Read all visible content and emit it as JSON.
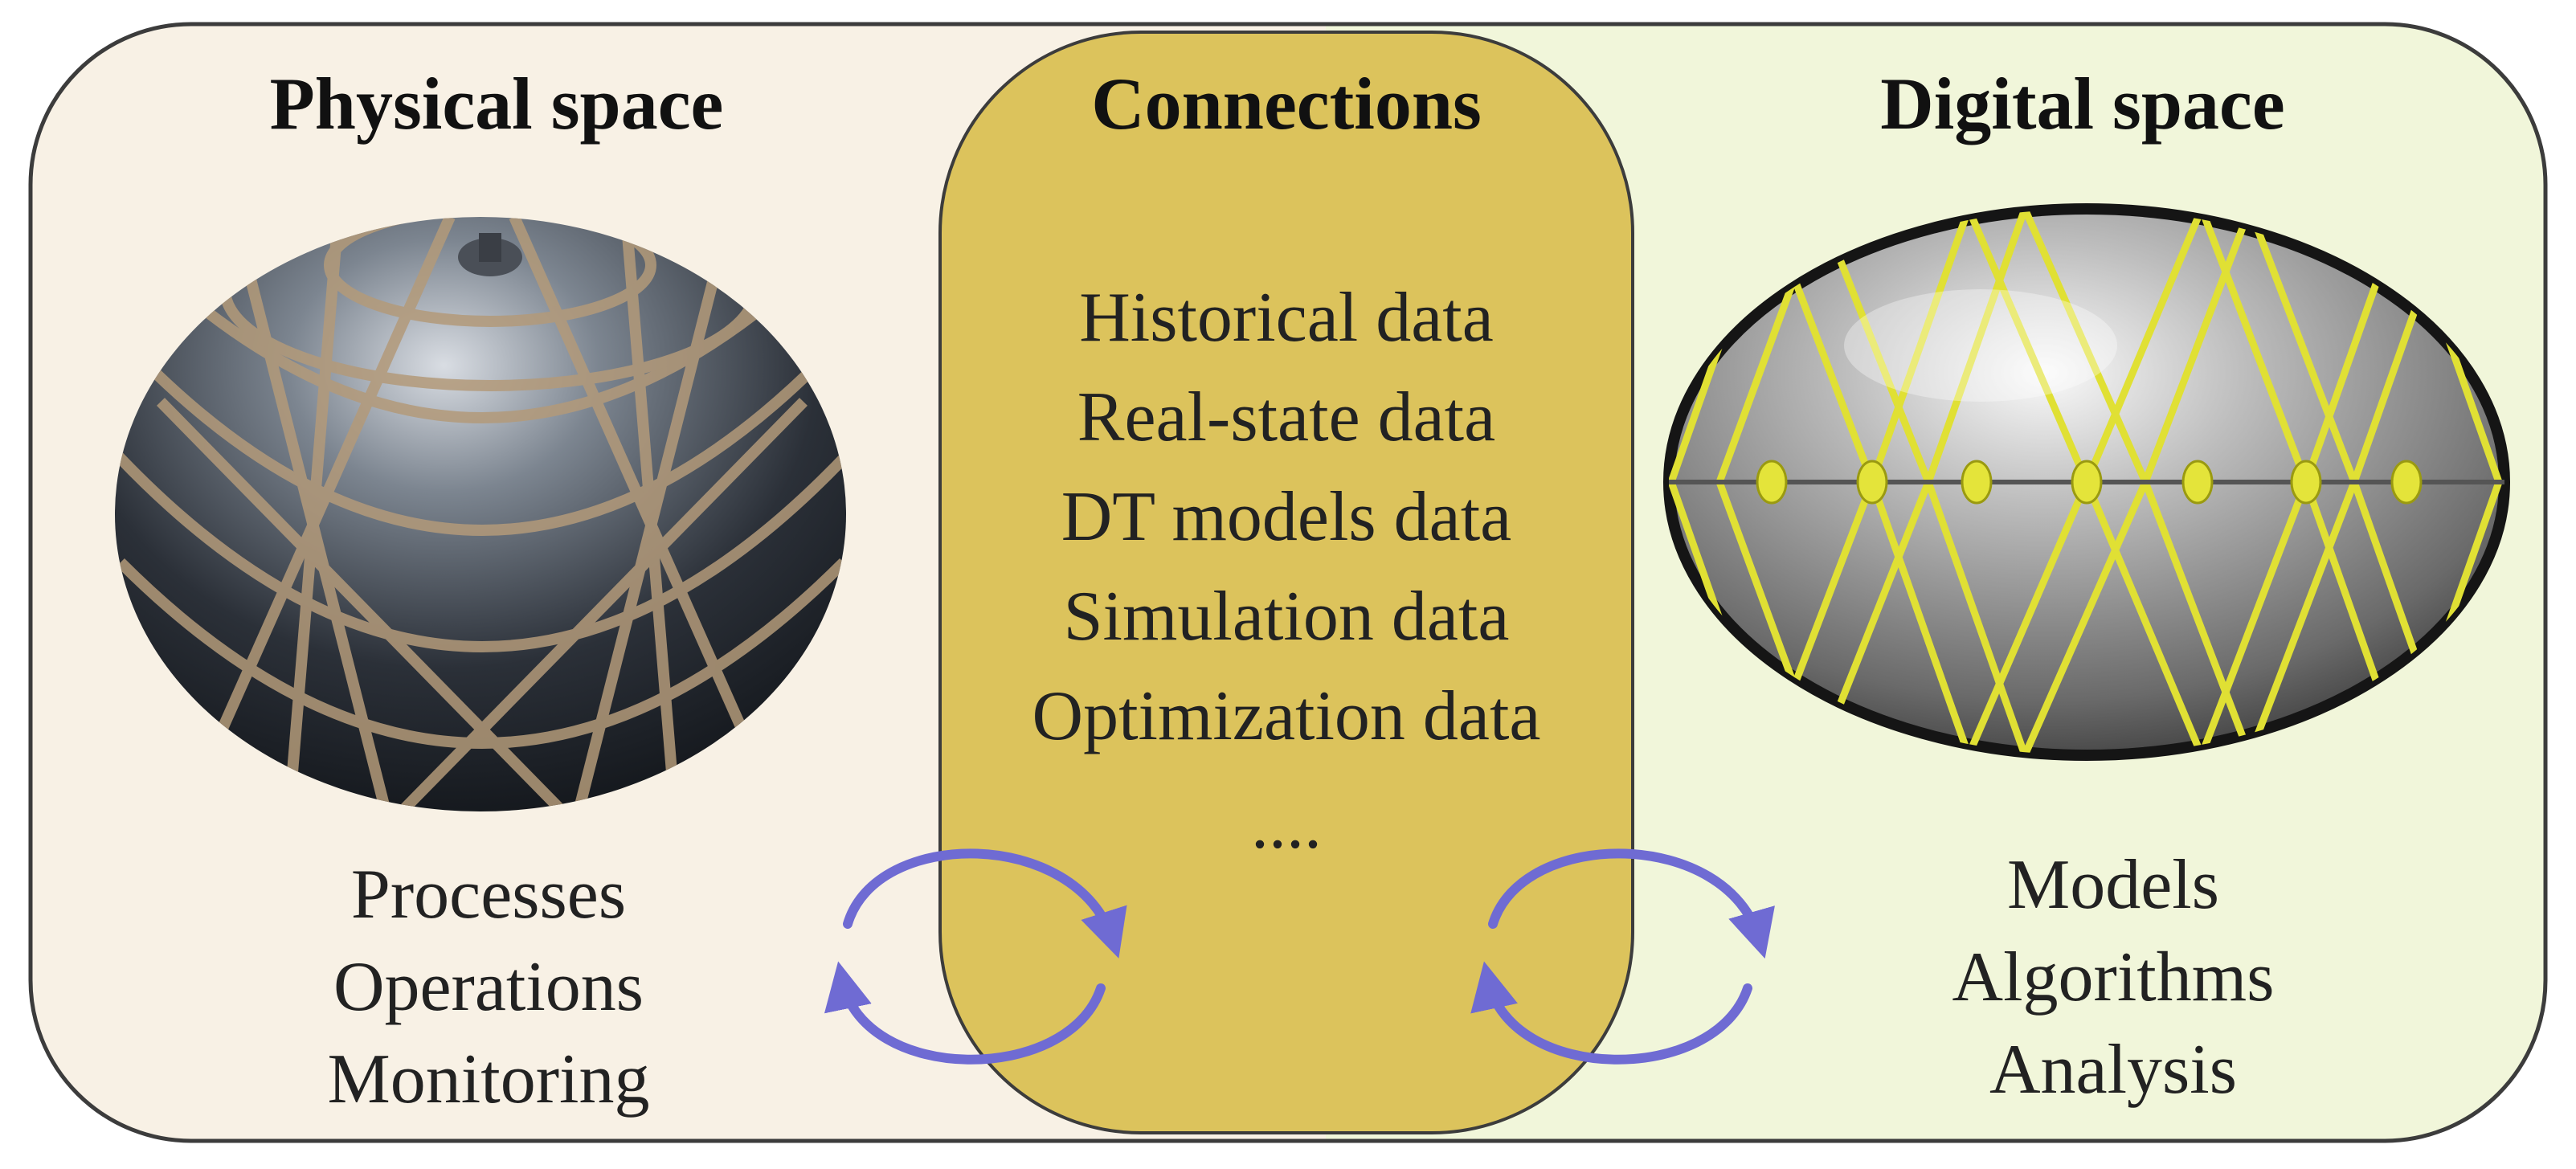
{
  "physical": {
    "title": "Physical space",
    "items": [
      "Processes",
      "Operations",
      "Monitoring"
    ]
  },
  "connections": {
    "title": "Connections",
    "items": [
      "Historical data",
      "Real-state data",
      "DT models data",
      "Simulation data",
      "Optimization data",
      "...."
    ]
  },
  "digital": {
    "title": "Digital space",
    "items": [
      "Models",
      "Algorithms",
      "Analysis"
    ]
  },
  "colors": {
    "physical_bg": "#f8f1e5",
    "digital_bg": "#f1f6da",
    "connections_fill": "#dcc35c",
    "outline": "#3c3c3c",
    "arrows": "#6f6bd3"
  }
}
